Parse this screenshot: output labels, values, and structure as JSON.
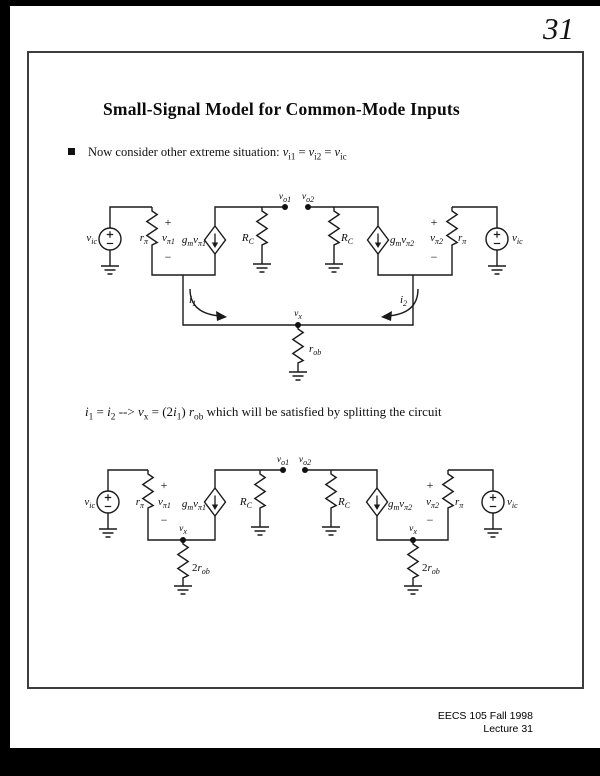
{
  "page_number": "31",
  "title": "Small-Signal Model for Common-Mode Inputs",
  "bullet": {
    "prefix": "Now consider other extreme situation: ",
    "eq": " = "
  },
  "equation": {
    "seg_eq": " = ",
    "arrow": " --> ",
    "open": " = (2",
    "close": ") ",
    "rest": "which will be satisfied by splitting the circuit"
  },
  "footer": {
    "line1": "EECS 105 Fall 1998",
    "line2": "Lecture 31"
  },
  "sym": {
    "v": "v",
    "r": "r",
    "g": "g",
    "R": "R",
    "i": "i",
    "two": "2",
    "ic": "ic",
    "pi": "π",
    "pi1": "π1",
    "pi2": "π2",
    "m": "m",
    "C": "C",
    "o1": "o1",
    "o2": "o2",
    "one": "1",
    "x": "x",
    "ob": "ob",
    "i1": "i1",
    "i2": "i2",
    "plus": "+",
    "minus": "−"
  }
}
